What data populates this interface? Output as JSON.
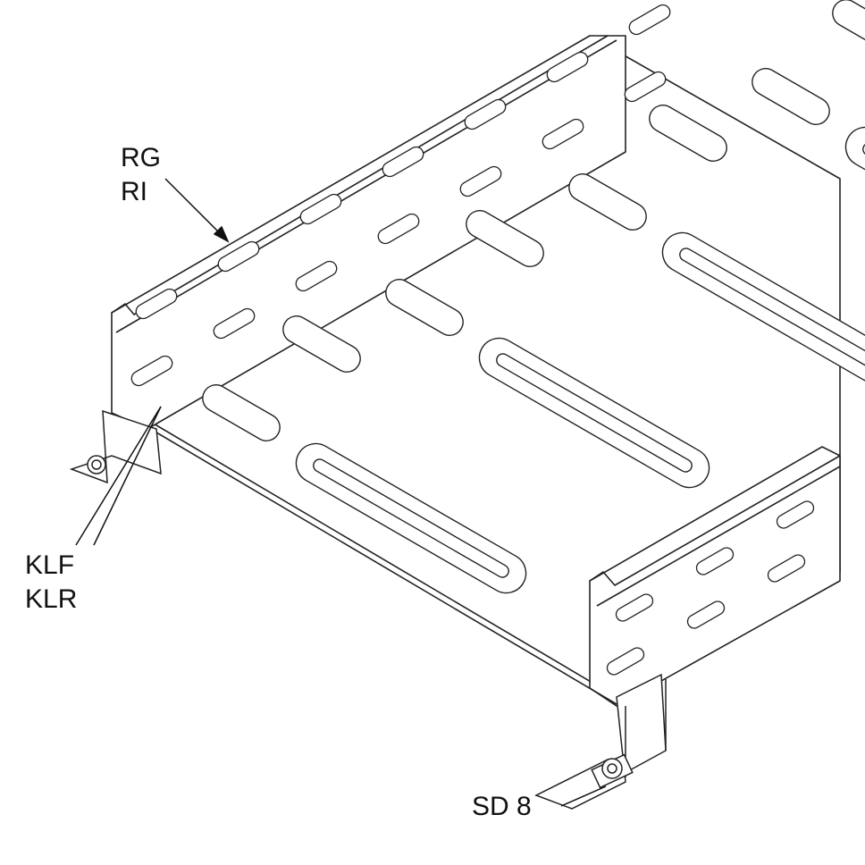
{
  "title": "Cable tray assembly with wall brackets",
  "labels": {
    "side_rail_1": "RG",
    "side_rail_2": "RI",
    "clip_1": "KLF",
    "clip_2": "KLR",
    "fixing": "SD 8"
  },
  "colors": {
    "line": "#222222",
    "fill": "#ffffff"
  }
}
